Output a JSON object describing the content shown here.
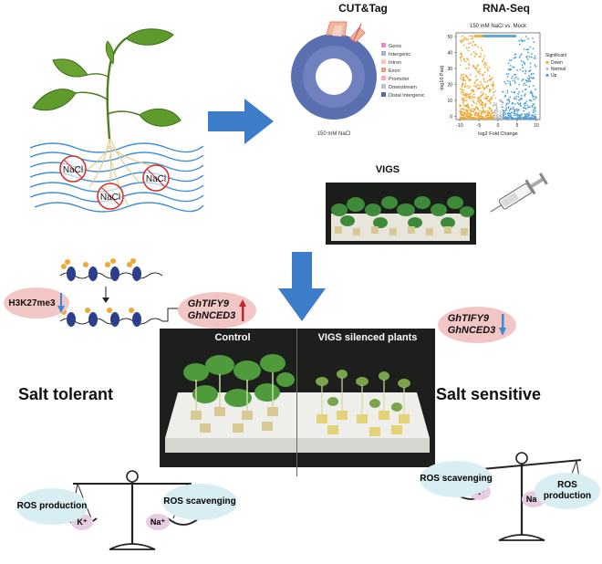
{
  "headers": {
    "cuttag": "CUT&Tag",
    "rnaseq": "RNA-Seq",
    "vigs": "VIGS"
  },
  "plant": {
    "salt_labels": [
      "NaCl",
      "NaCl",
      "NaCl"
    ]
  },
  "donut": {
    "legend": [
      "Genic",
      "Intergenic",
      "Intron",
      "Exon",
      "Promoter",
      "Downstream",
      "Distal Intergenic"
    ],
    "legend_colors": [
      "#e58ac6",
      "#9fb0d8",
      "#f3c9b6",
      "#e6a07a",
      "#f7a9b3",
      "#b7c1e0",
      "#5469a8"
    ],
    "caption": "150 mM NaCl"
  },
  "volcano": {
    "title": "150 mM NaCl vs. Mock",
    "ylabel": "-log10 Padj",
    "xlabel": "log2 Fold Change",
    "yticks": [
      "50",
      "40",
      "30",
      "20",
      "10",
      "0"
    ],
    "xticks": [
      "-10",
      "-5",
      "0",
      "5",
      "10"
    ],
    "legend_title": "Significant",
    "legend": [
      "Down",
      "Normal",
      "Up"
    ],
    "colors": {
      "down": "#f0a830",
      "normal": "#bdbdbd",
      "up": "#4e9fd6"
    }
  },
  "epigenetic": {
    "mark": "H3K27me3"
  },
  "genes_up": {
    "gene1": "GhTIFY9",
    "gene2": "GhNCED3"
  },
  "genes_down": {
    "gene1": "GhTIFY9",
    "gene2": "GhNCED3"
  },
  "photo": {
    "left_label": "Control",
    "right_label": "VIGS silenced plants"
  },
  "phenotype": {
    "left": "Salt tolerant",
    "right": "Salt sensitive"
  },
  "balance_left": {
    "top_left": "ROS production",
    "top_right": "ROS scavenging",
    "pan_left": "K⁺",
    "pan_right": "Na⁺"
  },
  "balance_right": {
    "top_left": "ROS scavenging",
    "top_right": "ROS production",
    "pan_left": "K⁺",
    "pan_right": "Na⁺"
  },
  "colors": {
    "arrow": "#3d7cc9",
    "pink_pill": "#f2c6c4",
    "cyan_pill": "#d8eef2",
    "water": "#3f8fd8",
    "leaf": "#5f9a2c",
    "leaf_dark": "#3f6e1a",
    "salt_circle": "#d4332f",
    "donut_main": "#5a6fb0",
    "down_arrow": "#3f87d6",
    "up_arrow": "#c0282a"
  }
}
